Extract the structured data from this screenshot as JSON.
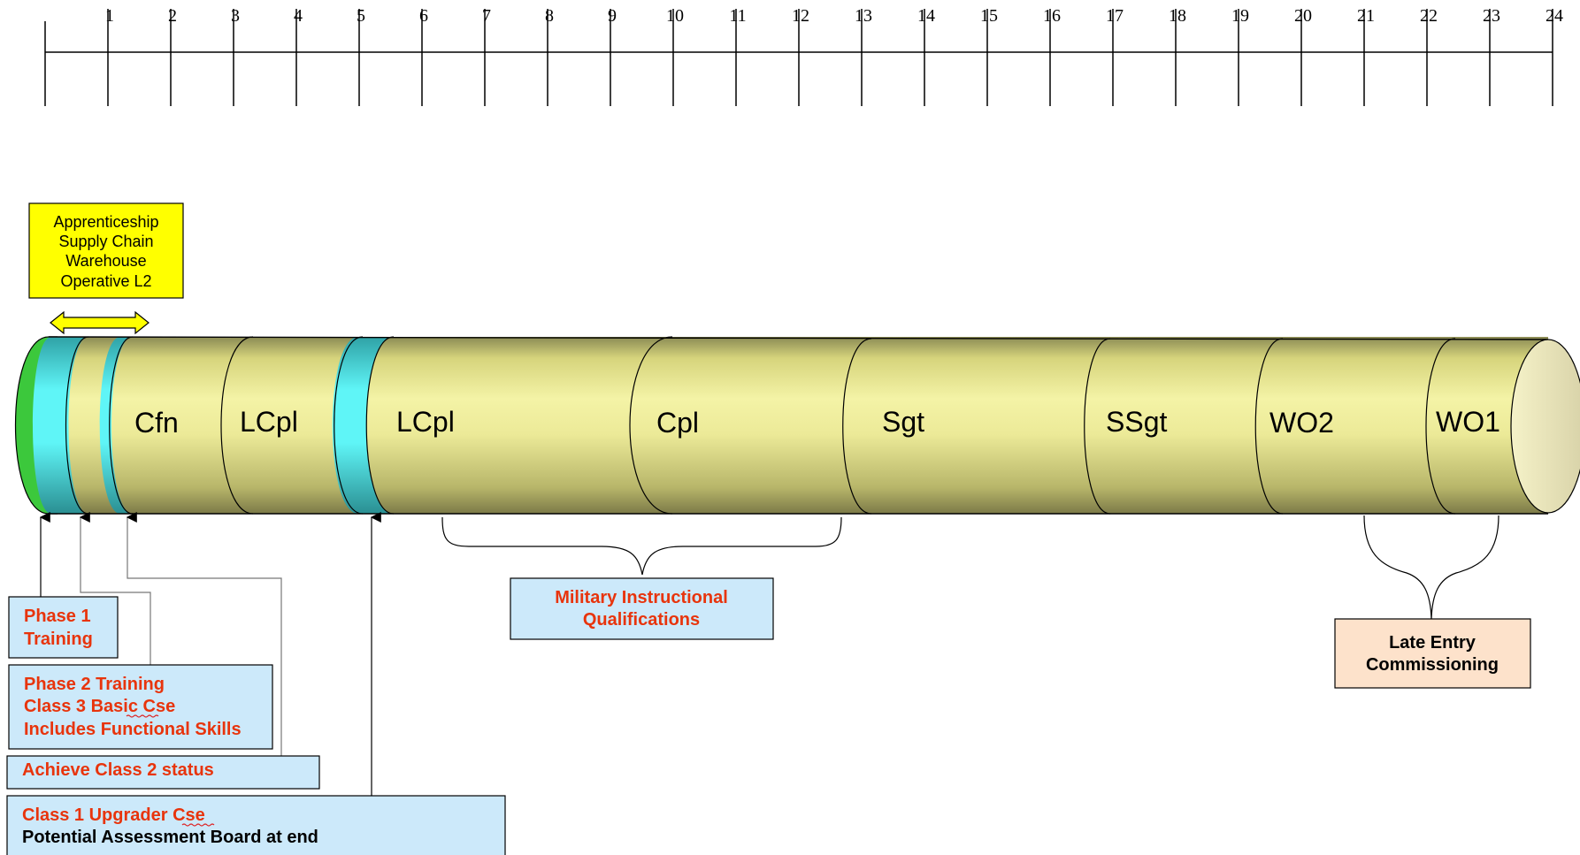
{
  "timeline": {
    "ticks": [
      "1",
      "2",
      "3",
      "4",
      "5",
      "6",
      "7",
      "8",
      "9",
      "10",
      "11",
      "12",
      "13",
      "14",
      "15",
      "16",
      "17",
      "18",
      "19",
      "20",
      "21",
      "22",
      "23",
      "24"
    ]
  },
  "apprenticeship": {
    "lines": [
      "Apprenticeship",
      "Supply Chain",
      "Warehouse",
      "Operative L2"
    ],
    "color": "#ffff00"
  },
  "ranks": [
    {
      "label": "Cfn"
    },
    {
      "label": "LCpl"
    },
    {
      "label": "LCpl"
    },
    {
      "label": "Cpl"
    },
    {
      "label": "Sgt"
    },
    {
      "label": "SSgt"
    },
    {
      "label": "WO2"
    },
    {
      "label": "WO1"
    }
  ],
  "callouts": {
    "phase1": [
      "Phase 1",
      "Training"
    ],
    "phase2": [
      "Phase 2 Training",
      "Class 3 Basic Cse",
      "Includes Functional Skills"
    ],
    "class2": [
      "Achieve Class 2 status"
    ],
    "class1": [
      "Class 1 Upgrader Cse",
      "Potential Assessment Board at end"
    ],
    "miq": [
      "Military Instructional",
      "Qualifications"
    ],
    "late_entry": [
      "Late Entry",
      "Commissioning"
    ]
  },
  "colors": {
    "cylinder": "#e7e68c",
    "cyan": "#5ff5f7",
    "green": "#3cc83c",
    "callout_bg": "#cce9fa",
    "late_entry_bg": "#fde2cb",
    "callout_text": "#e8340c"
  }
}
